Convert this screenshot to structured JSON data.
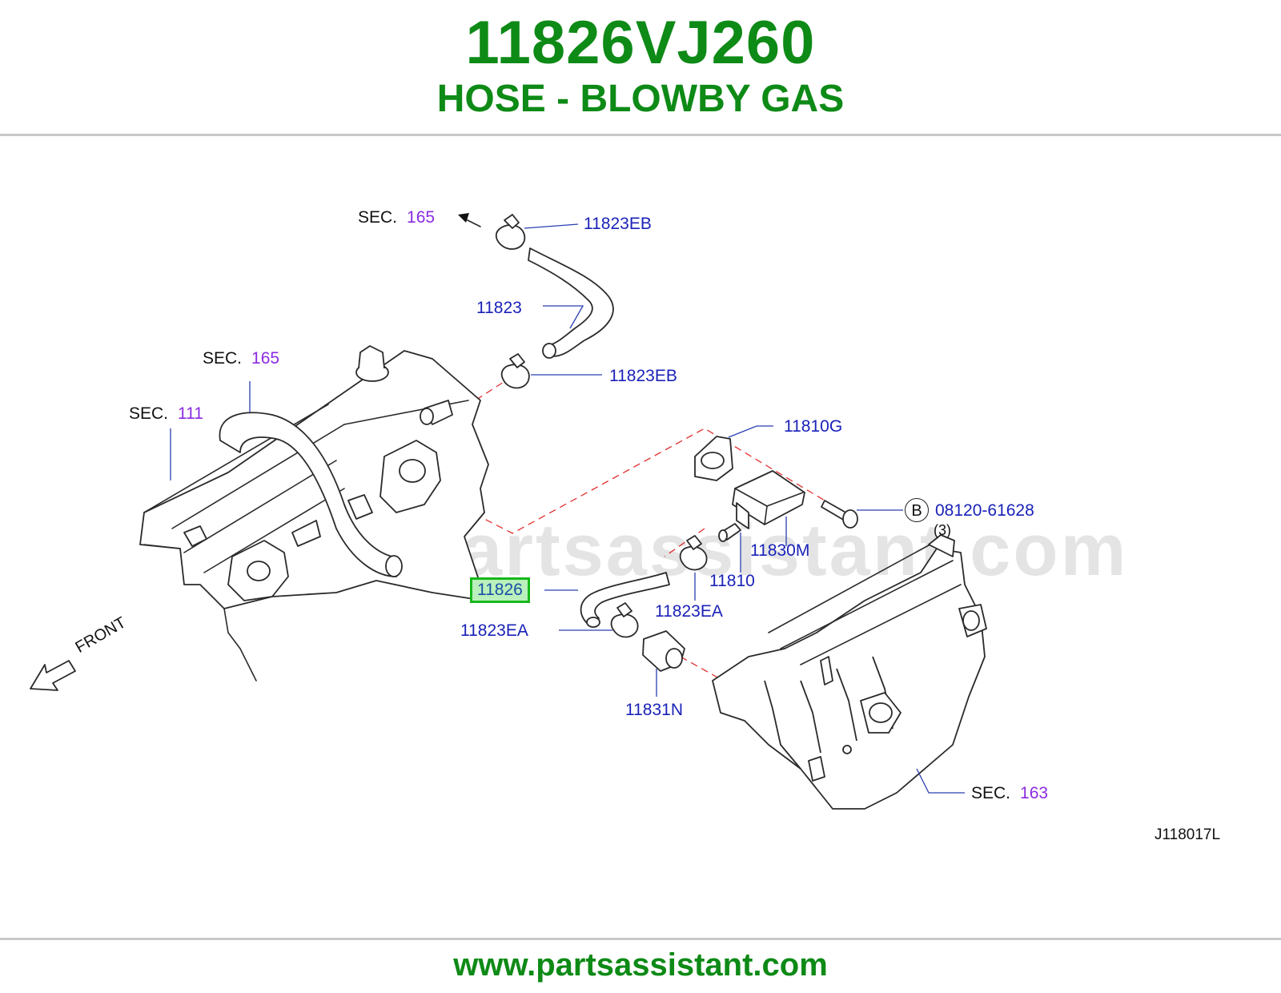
{
  "header": {
    "part_number": "11826VJ260",
    "part_name": "HOSE - BLOWBY GAS"
  },
  "diagram": {
    "watermark": "www.partsassistant.com",
    "labels": {
      "sec_165_top": {
        "prefix": "SEC.",
        "number": "165"
      },
      "part_11823eb_top": "11823EB",
      "part_11823": "11823",
      "part_11823eb_mid": "11823EB",
      "sec_165_engine": {
        "prefix": "SEC.",
        "number": "165"
      },
      "sec_111": {
        "prefix": "SEC.",
        "number": "111"
      },
      "part_11810g": "11810G",
      "circle_b": "B",
      "part_08120": "08120-61628",
      "qty_3": "(3)",
      "part_11830m": "11830M",
      "part_11810": "11810",
      "part_11826": "11826",
      "part_11823ea_right": "11823EA",
      "part_11823ea_left": "11823EA",
      "part_11831n": "11831N",
      "front": "FRONT",
      "sec_163": {
        "prefix": "SEC.",
        "number": "163"
      },
      "diagram_code": "J118017L"
    }
  },
  "footer": {
    "url": "www.partsassistant.com"
  },
  "colors": {
    "brand_green": "#0e8a16",
    "label_blue": "#1a22b8",
    "section_purple": "#8a2be2",
    "highlight_border": "#16b81a",
    "highlight_fill": "#b9f0bb",
    "guide_red": "#e03030"
  }
}
